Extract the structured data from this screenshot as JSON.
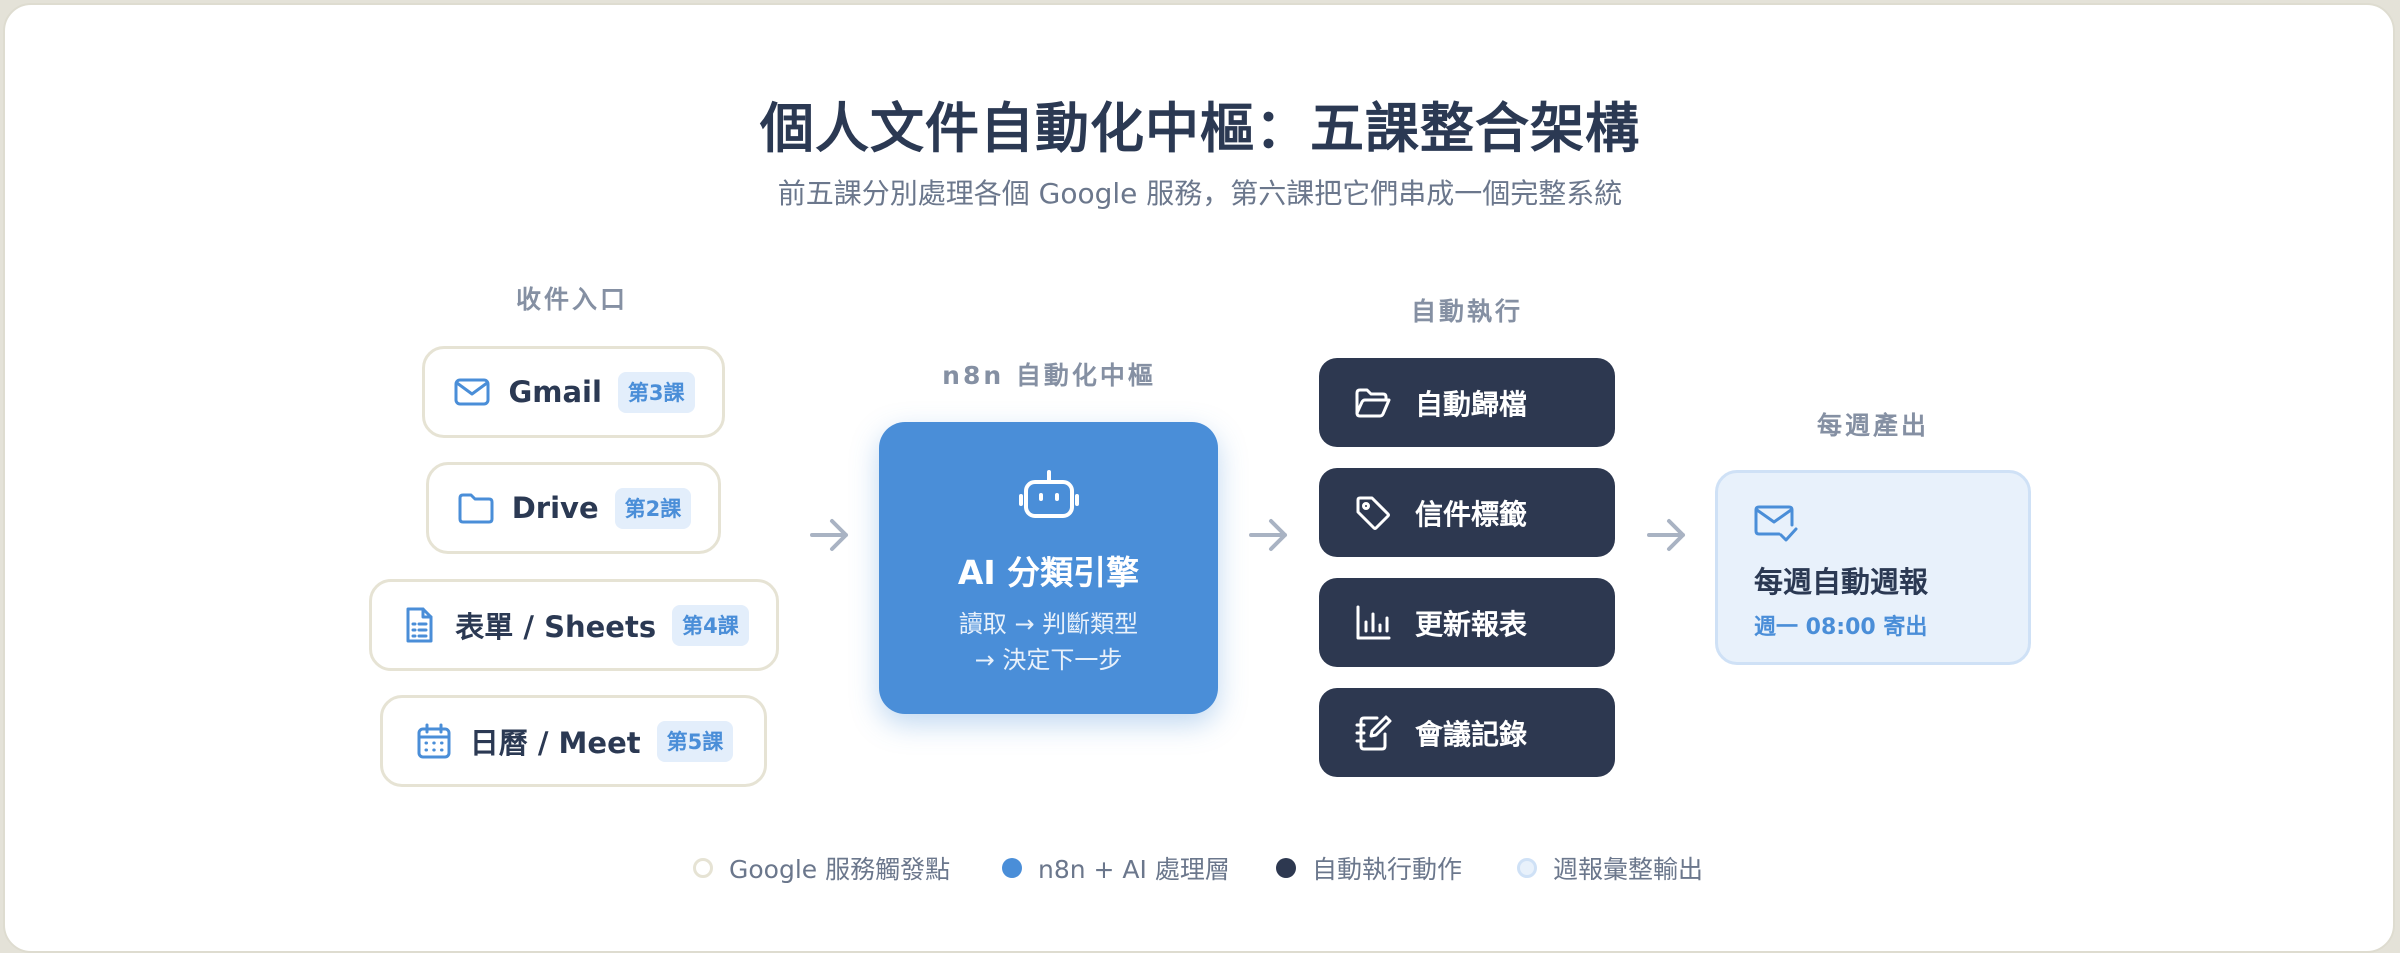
{
  "title": "個人文件自動化中樞：五課整合架構",
  "subtitle": "前五課分別處理各個 Google 服務，第六課把它們串成一個完整系統",
  "sections": {
    "intake": "收件入口",
    "hub": "n8n 自動化中樞",
    "execute": "自動執行",
    "output": "每週產出"
  },
  "sources": [
    {
      "name": "Gmail",
      "badge": "第3課",
      "icon": "mail-icon"
    },
    {
      "name": "Drive",
      "badge": "第2課",
      "icon": "folder-icon"
    },
    {
      "name": "表單 / Sheets",
      "badge": "第4課",
      "icon": "document-icon"
    },
    {
      "name": "日曆 / Meet",
      "badge": "第5課",
      "icon": "calendar-icon"
    }
  ],
  "hub": {
    "title": "AI 分類引擎",
    "desc_line1": "讀取 → 判斷類型",
    "desc_line2": "→ 決定下一步",
    "icon": "robot-icon"
  },
  "actions": [
    {
      "label": "自動歸檔",
      "icon": "folder-open-icon"
    },
    {
      "label": "信件標籤",
      "icon": "tag-icon"
    },
    {
      "label": "更新報表",
      "icon": "bar-chart-icon"
    },
    {
      "label": "會議記錄",
      "icon": "notebook-edit-icon"
    }
  ],
  "report": {
    "title": "每週自動週報",
    "schedule": "週一 08:00 寄出",
    "icon": "mail-check-icon"
  },
  "legend": [
    {
      "label": "Google 服務觸發點",
      "color": "#ffffff",
      "border": "#e6e3d4"
    },
    {
      "label": "n8n + AI 處理層",
      "color": "#4a8ed8",
      "border": "#4a8ed8"
    },
    {
      "label": "自動執行動作",
      "color": "#2d3850",
      "border": "#2d3850"
    },
    {
      "label": "週報彙整輸出",
      "color": "#e8f1fb",
      "border": "#cfe1f6"
    }
  ],
  "colors": {
    "navy": "#2b3953",
    "primary_blue": "#4a8ed8",
    "dark_action": "#2d3850",
    "light_blue": "#e8f1fb",
    "muted_text": "#6b778c",
    "arrow": "#a9b3c3"
  }
}
